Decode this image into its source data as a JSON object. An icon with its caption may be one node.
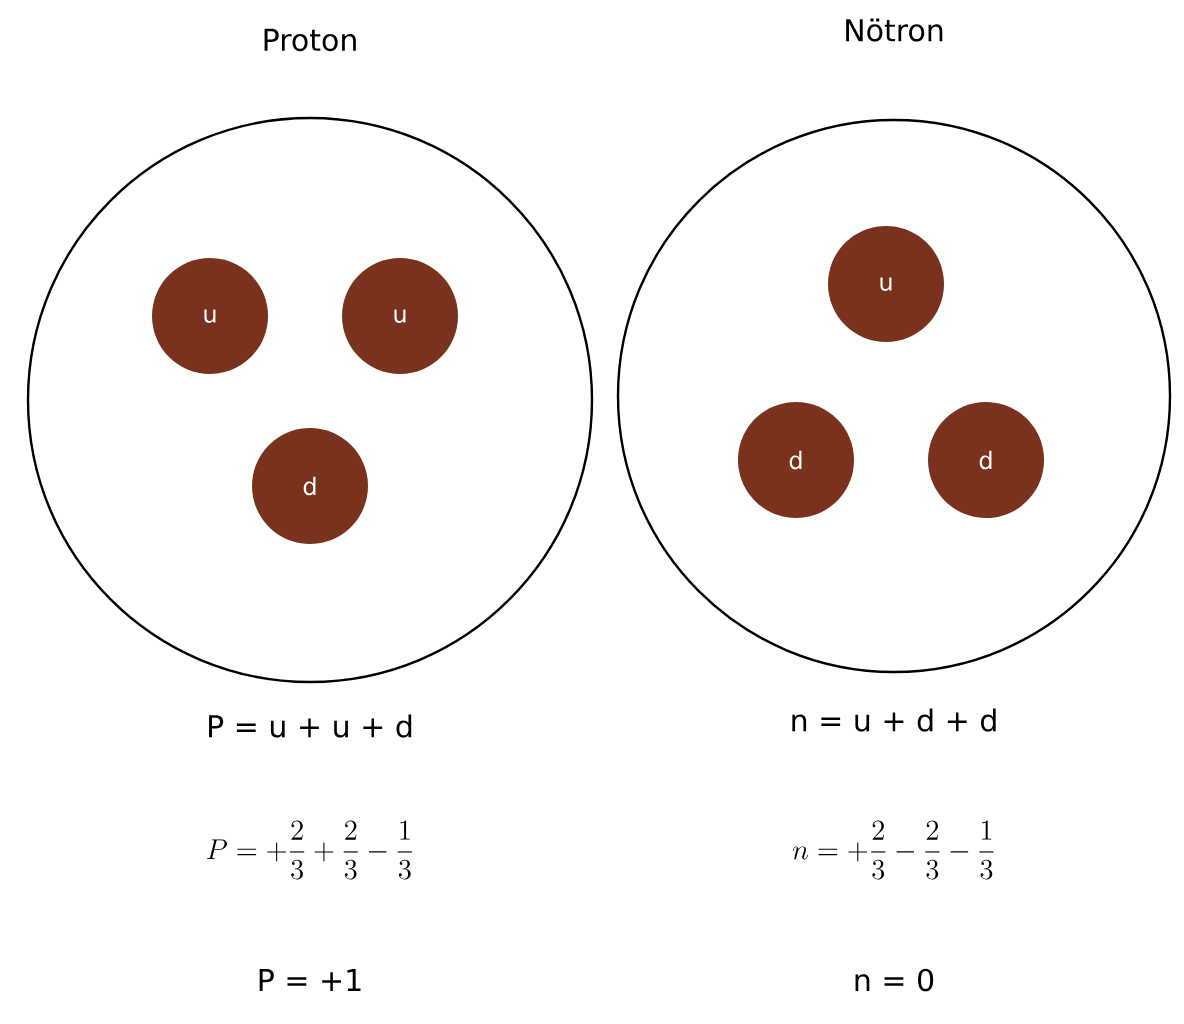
{
  "diagram": {
    "nodes": [
      {
        "text": [
          "Proton"
        ]
      },
      {
        "text": [
          "u"
        ],
        "in": 0
      },
      {
        "text": [
          "u"
        ],
        "in": 0
      },
      {
        "text": [
          "d"
        ],
        "in": 0
      },
      {
        "text": [
          "Nötron"
        ]
      },
      {
        "text": [
          "u"
        ],
        "in": 4
      },
      {
        "text": [
          "d"
        ],
        "in": 4
      },
      {
        "text": [
          "d"
        ],
        "in": 4
      }
    ],
    "labels": [
      "P = u + u + d",
      "P = +\\frac{2}{3} + \\frac{2}{3} - \\frac{1}{3}",
      "P = +1",
      "n = u + d + d",
      "n = +\\frac{2}{3} - \\frac{2}{3} - \\frac{1}{3}",
      "n = 0"
    ]
  }
}
